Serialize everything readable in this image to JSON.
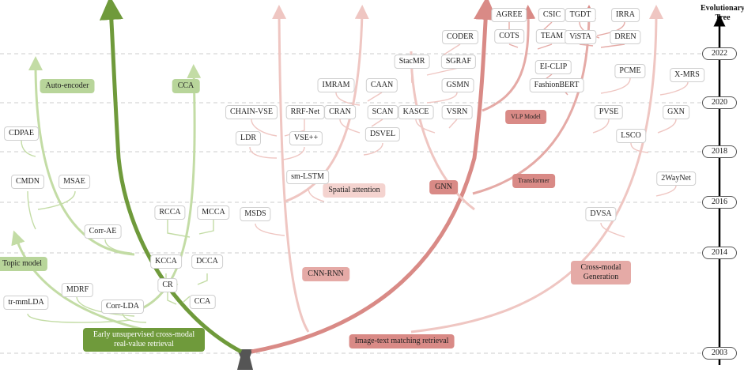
{
  "axis": {
    "title_line1": "Evolutionary",
    "title_line2": "Tree",
    "years": [
      "2022",
      "2020",
      "2018",
      "2016",
      "2014",
      "2003"
    ]
  },
  "labels": {
    "root_left": "Early unsupervised cross-modal real-value retrieval",
    "root_right": "Image-text matching retrieval",
    "topic_model": "Topic model",
    "auto_encoder": "Auto-encoder",
    "cca": "CCA",
    "cnn_rnn": "CNN-RNN",
    "spatial_attention": "Spatial attention",
    "gnn": "GNN",
    "vlp_model": "VLP Model",
    "transformer": "Transformer",
    "cross_modal_generation": "Cross-modal Generation"
  },
  "methods": {
    "tr_mmlda": "tr-mmLDA",
    "mdrf": "MDRF",
    "corr_lda": "Corr-LDA",
    "corr_ae": "Corr-AE",
    "cmdn": "CMDN",
    "msae": "MSAE",
    "cdpae": "CDPAE",
    "cca_leaf": "CCA",
    "cr": "CR",
    "kcca": "KCCA",
    "dcca": "DCCA",
    "rcca": "RCCA",
    "mcca": "MCCA",
    "msds": "MSDS",
    "sm_lstm": "sm-LSTM",
    "ldr": "LDR",
    "vse_pp": "VSE++",
    "chain_vse": "CHAIN-VSE",
    "rrf_net": "RRF-Net",
    "dsvel": "DSVEL",
    "cran": "CRAN",
    "scan": "SCAN",
    "imram": "IMRAM",
    "caan": "CAAN",
    "kasce": "KASCE",
    "vsrn": "VSRN",
    "gsmn": "GSMN",
    "stacmr": "StacMR",
    "sgraf": "SGRAF",
    "coder": "CODER",
    "agree": "AGREE",
    "cots": "COTS",
    "csic": "CSIC",
    "team": "TEAM",
    "ei_clip": "EI-CLIP",
    "fashionbert": "FashionBERT",
    "tgdt": "TGDT",
    "vista": "ViSTA",
    "irra": "IRRA",
    "dren": "DREN",
    "pcme": "PCME",
    "x_mrs": "X-MRS",
    "pvse": "PVSE",
    "gxn": "GXN",
    "lsco": "LSCO",
    "twowaynet": "2WayNet",
    "dvsa": "DVSA"
  },
  "colors": {
    "green_dark": "#6f9a3b",
    "green_light": "#c3dca5",
    "pink_dark": "#d98a86",
    "pink_light": "#efc6c2",
    "grid": "#cccccc",
    "axis": "#000000"
  }
}
